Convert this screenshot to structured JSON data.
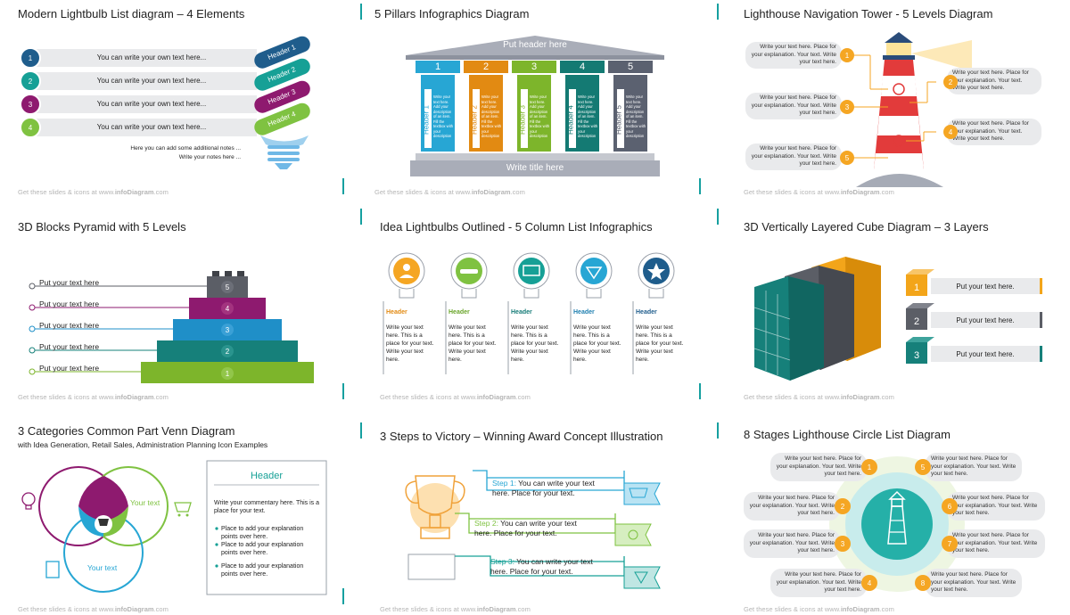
{
  "footer": {
    "prefix": "Get these slides & icons at www.",
    "brand": "infoDiagram",
    "suffix": ".com"
  },
  "slides": [
    {
      "title": "Modern Lightbulb List diagram – 4 Elements",
      "rows": [
        {
          "num": "1",
          "text": "You can write your own text here...",
          "header": "Header 1",
          "color": "#1f5d8c"
        },
        {
          "num": "2",
          "text": "You can write your own text here...",
          "header": "Header 2",
          "color": "#16a096"
        },
        {
          "num": "3",
          "text": "You can write your own text here...",
          "header": "Header 3",
          "color": "#8e1a6f"
        },
        {
          "num": "4",
          "text": "You can write your own text here...",
          "header": "Header 4",
          "color": "#7fc241"
        }
      ],
      "notes": [
        "Here you can add some additional notes ...",
        "Write your notes here ..."
      ]
    },
    {
      "title": "5 Pillars Infographics Diagram",
      "roof": "Put header here",
      "base": "Write title here",
      "pillars": [
        {
          "num": "1",
          "header": "Header 1",
          "color": "#27a6d4"
        },
        {
          "num": "2",
          "header": "Header 2",
          "color": "#e28a12"
        },
        {
          "num": "3",
          "header": "Header 3",
          "color": "#7db52b"
        },
        {
          "num": "4",
          "header": "Header 4",
          "color": "#147a73"
        },
        {
          "num": "5",
          "header": "Header 5",
          "color": "#5b6170"
        }
      ],
      "pillar_text": "Write your text here. Add your description of an item. Fill the textbox with your description"
    },
    {
      "title": "Lighthouse Navigation Tower - 5 Levels Diagram",
      "callout": "Write your text here. Place for your explanation. Your text. Write your text here.",
      "nums": [
        "1",
        "2",
        "3",
        "4",
        "5"
      ]
    },
    {
      "title": "3D Blocks Pyramid with 5 Levels",
      "levels": [
        {
          "num": "5",
          "label": "Put your text here",
          "color": "#5b5e66"
        },
        {
          "num": "4",
          "label": "Put your text here",
          "color": "#8e1a6f"
        },
        {
          "num": "3",
          "label": "Put your text here",
          "color": "#1f8fc8"
        },
        {
          "num": "2",
          "label": "Put your text here",
          "color": "#16807a"
        },
        {
          "num": "1",
          "label": "Put your text here",
          "color": "#7db52b"
        }
      ]
    },
    {
      "title": "Idea Lightbulbs Outlined - 5 Column List Infographics",
      "columns": [
        {
          "header": "Header",
          "color": "#f5a623",
          "headcolor": "#e28a12",
          "icon": "user-icon"
        },
        {
          "header": "Header",
          "color": "#7fc241",
          "headcolor": "#6aa52a",
          "icon": "handshake-icon"
        },
        {
          "header": "Header",
          "color": "#16a096",
          "headcolor": "#167c78",
          "icon": "money-icon"
        },
        {
          "header": "Header",
          "color": "#27a6d4",
          "headcolor": "#1f7fb0",
          "icon": "diamond-icon"
        },
        {
          "header": "Header",
          "color": "#1f5d8c",
          "headcolor": "#1f5d8c",
          "icon": "star-icon"
        }
      ],
      "col_text": "Write your text here. This is a place for your text. Write your text here."
    },
    {
      "title": "3D Vertically Layered Cube Diagram – 3 Layers",
      "layers": [
        {
          "num": "1",
          "text": "Put your text here.",
          "color": "#f3a51a"
        },
        {
          "num": "2",
          "text": "Put your text here.",
          "color": "#5b5e66"
        },
        {
          "num": "3",
          "text": "Put your text here.",
          "color": "#16807a"
        }
      ]
    },
    {
      "title": "3 Categories Common Part Venn Diagram",
      "subtitle": "with Idea Generation, Retail Sales, Administration Planning Icon Examples",
      "circles": [
        "Your text",
        "Your text",
        "Your text"
      ],
      "box_header": "Header",
      "box_text": "Write your commentary here. This is a place for your text.",
      "bullets": [
        "Place to add your explanation points over here.",
        "Place to add your explanation points over here.",
        "Place to add your explanation points over here."
      ]
    },
    {
      "title": "3 Steps to Victory – Winning Award Concept Illustration",
      "steps": [
        {
          "label": "Step 1:",
          "text1": "You can write your text",
          "text2": "here. Place for your text.",
          "color": "#27a6d4"
        },
        {
          "label": "Step 2:",
          "text1": "You can write your text",
          "text2": "here. Place for your text.",
          "color": "#7fc241"
        },
        {
          "label": "Step 3:",
          "text1": "You can write your text",
          "text2": "here. Place for your text.",
          "color": "#16a096"
        }
      ]
    },
    {
      "title": "8 Stages Lighthouse Circle List Diagram",
      "callout": "Write your text here. Place for your explanation. Your text. Write your text here.",
      "nums": [
        "1",
        "2",
        "3",
        "4",
        "5",
        "6",
        "7",
        "8"
      ]
    }
  ]
}
